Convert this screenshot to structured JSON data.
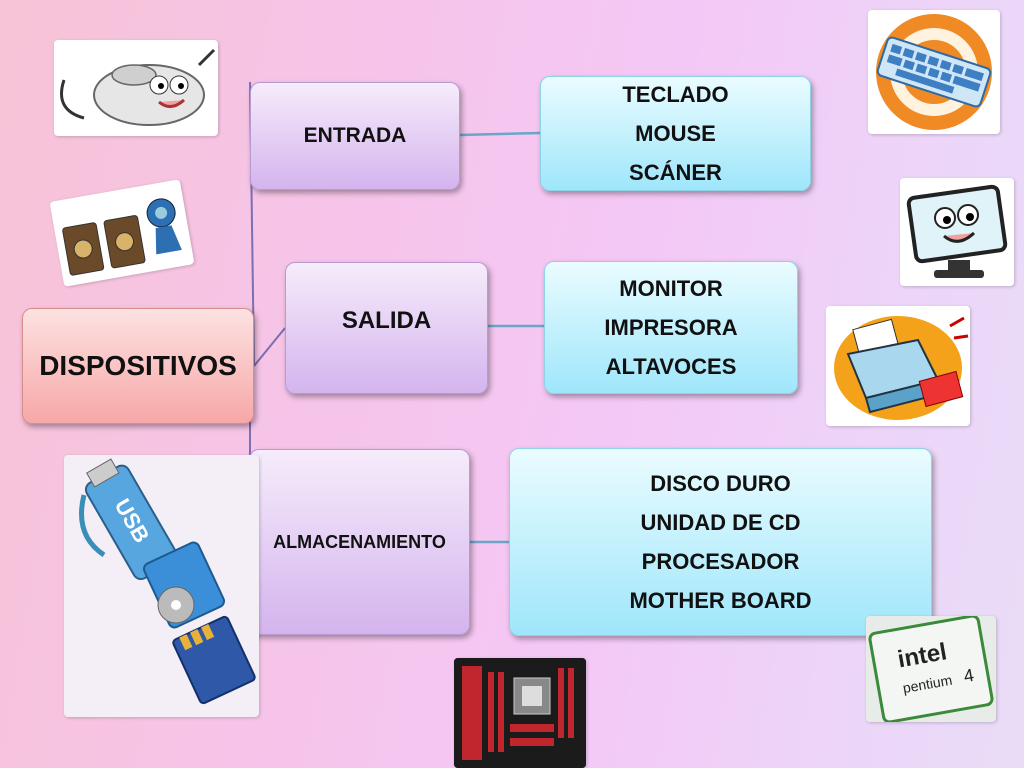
{
  "root": {
    "label": "DISPOSITIVOS"
  },
  "categories": [
    {
      "label": "ENTRADA",
      "items": [
        "TECLADO",
        "MOUSE",
        "SCÁNER"
      ]
    },
    {
      "label": "SALIDA",
      "items": [
        "MONITOR",
        "IMPRESORA",
        "ALTAVOCES"
      ]
    },
    {
      "label": "ALMACENAMIENTO",
      "items": [
        "DISCO DURO",
        "UNIDAD DE CD",
        "PROCESADOR",
        "MOTHER BOARD"
      ]
    }
  ],
  "images": {
    "processor_logo": "intel",
    "processor_model": "pentium",
    "processor_number": "4",
    "usb_label": "USB"
  },
  "colors": {
    "root": "#f7a7a7",
    "category": "#d4b4ee",
    "leaf": "#9fe6fb",
    "connector": "#7b6fb0",
    "connector_leaf": "#6aa6c8"
  },
  "icons": [
    "mouse-icon",
    "webcam-icon",
    "usb-memory-icon",
    "keyboard-icon",
    "monitor-icon",
    "printer-icon",
    "motherboard-icon",
    "processor-chip-icon"
  ]
}
